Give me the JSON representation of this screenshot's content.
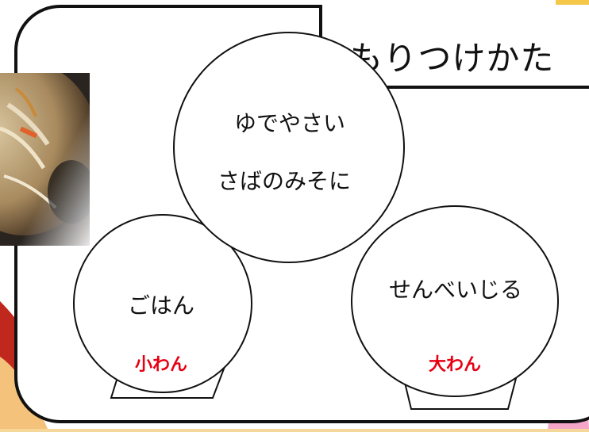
{
  "title": "もりつけかた",
  "dishes": {
    "okazu": {
      "line1": "ゆでやさい",
      "line2": "さばのみそに"
    },
    "rice": {
      "name": "ごはん",
      "bowl": "小わん"
    },
    "soup": {
      "name": "せんべいじる",
      "bowl": "大わん"
    }
  },
  "colors": {
    "bowl_size_text": "#e60012",
    "outline": "#111111"
  }
}
